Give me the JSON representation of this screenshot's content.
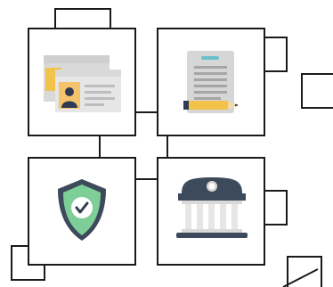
{
  "diagram": {
    "tiles": [
      {
        "id": "id-cards",
        "icon": "id-cards-icon"
      },
      {
        "id": "document",
        "icon": "document-with-pencil-icon"
      },
      {
        "id": "security",
        "icon": "shield-check-icon"
      },
      {
        "id": "institution",
        "icon": "government-building-icon"
      }
    ],
    "colors": {
      "stroke": "#1a1a1a",
      "card_back": "#d9d9d9",
      "card_front": "#e6e6e6",
      "card_stripe": "#f2c24a",
      "card_photo": "#f5c36b",
      "person": "#2f3b52",
      "paper": "#d6d6d6",
      "paper_lines": "#a6a6a6",
      "paper_clip": "#68c1c8",
      "pencil": "#f2c24a",
      "pencil_cap": "#2f3b52",
      "shield_outer": "#3d4a5c",
      "shield_inner": "#7ecf97",
      "check_disc": "#ffffff",
      "check_mark": "#2f3b52",
      "building_roof": "#3d4a5c",
      "building_columns": "#e6e6e6",
      "building_trim": "#3d4a5c"
    }
  }
}
